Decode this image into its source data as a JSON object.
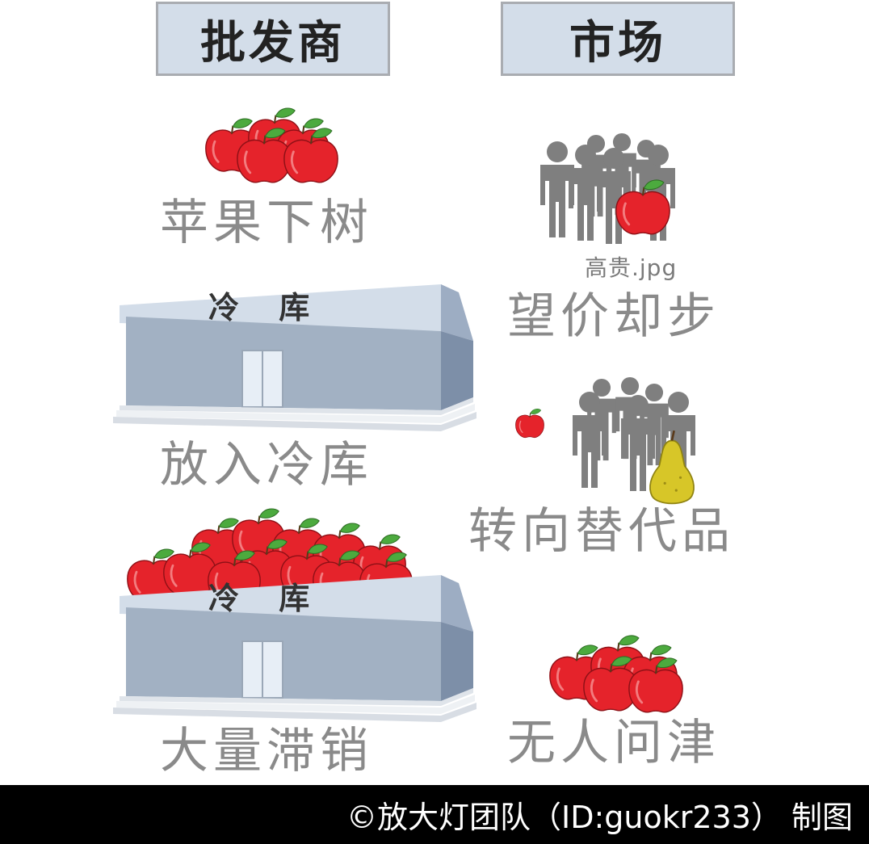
{
  "headers": {
    "wholesaler": "批发商",
    "market": "市场"
  },
  "left": {
    "step1": "苹果下树",
    "step2": "放入冷库",
    "step3": "大量滞销",
    "warehouse_sign": "冷 库"
  },
  "right": {
    "expensive_label": "高贵.jpg",
    "step1": "望价却步",
    "step2": "转向替代品",
    "step3": "无人问津"
  },
  "footer": {
    "credit": "©放大灯团队（ID:guokr233） 制图"
  },
  "colors": {
    "header_bg": "#d3dde9",
    "apple": "#e5232b",
    "leaf": "#4caa3e",
    "person": "#7f7f7f",
    "pear": "#d7c628",
    "warehouse_wall": "#a2b1c3",
    "caption": "#8a8a8a"
  }
}
